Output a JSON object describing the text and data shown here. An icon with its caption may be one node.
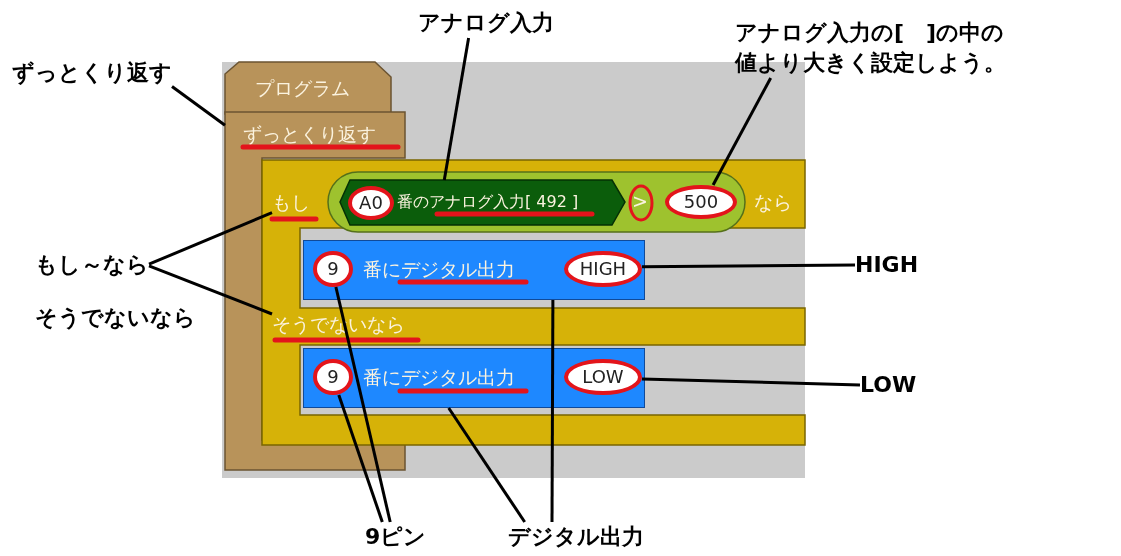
{
  "diagram": {
    "nodes": [
      {
        "text": [
          "プログラム"
        ]
      },
      {
        "text": [
          "ずっとくり返す"
        ]
      },
      {
        "text": [
          "なら"
        ]
      },
      {
        "text": [
          "もし"
        ],
        "in": 2
      },
      {
        "text": [
          ">"
        ],
        "in": 2
      },
      {
        "text": [
          "番のアナログ入力[ 492 ]"
        ],
        "in": 4
      },
      {
        "text": [
          "A0"
        ],
        "in": 5
      },
      {
        "text": [
          "500"
        ],
        "in": 4
      },
      {
        "text": [
          "番にデジタル出力"
        ],
        "in": 2
      },
      {
        "text": [
          "9"
        ],
        "in": 8
      },
      {
        "text": [
          "HIGH"
        ],
        "in": 8
      },
      {
        "text": [
          "そうでないなら"
        ],
        "in": 2
      },
      {
        "text": [
          "番にデジタル出力"
        ],
        "in": 2
      },
      {
        "text": [
          "9"
        ],
        "in": 12
      },
      {
        "text": [
          "LOW"
        ],
        "in": 12
      },
      {
        "text": [
          "ずっとくり返す"
        ]
      },
      {
        "text": [
          "アナログ入力"
        ]
      },
      {
        "text": [
          "アナログ入力の[　]の中の値より大きく設定しよう。"
        ]
      },
      {
        "text": [
          "もし～なら"
        ]
      },
      {
        "text": [
          "そうでないなら"
        ]
      },
      {
        "text": [
          "HIGH"
        ]
      },
      {
        "text": [
          "LOW"
        ]
      },
      {
        "text": [
          "9ピン"
        ]
      },
      {
        "text": [
          "デジタル出力"
        ]
      }
    ],
    "edges": [
      {
        "from": 15,
        "to": 1,
        "arrow": "none"
      },
      {
        "from": 16,
        "to": 5,
        "arrow": "none"
      },
      {
        "from": 17,
        "to": 7,
        "arrow": "none"
      },
      {
        "from": 18,
        "to": 3,
        "arrow": "none"
      },
      {
        "from": 18,
        "to": 11,
        "arrow": "none"
      },
      {
        "from": 20,
        "to": 10,
        "arrow": "none"
      },
      {
        "from": 21,
        "to": 14,
        "arrow": "none"
      },
      {
        "from": 22,
        "to": 9,
        "arrow": "none"
      },
      {
        "from": 22,
        "to": 13,
        "arrow": "none"
      },
      {
        "from": 23,
        "to": 8,
        "arrow": "none"
      },
      {
        "from": 23,
        "to": 12,
        "arrow": "none"
      }
    ]
  }
}
